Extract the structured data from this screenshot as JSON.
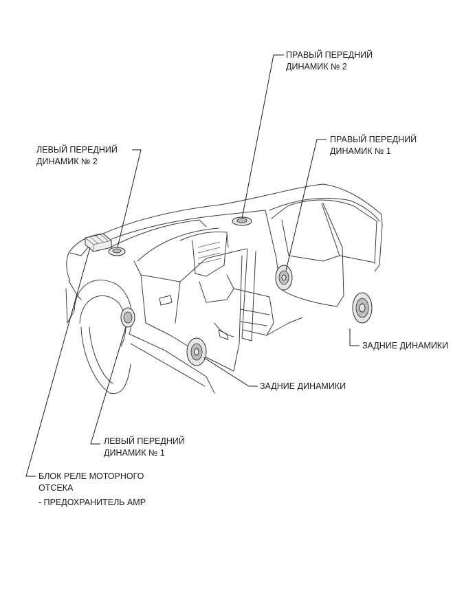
{
  "labels": {
    "right_front_2": {
      "line1": "ПРАВЫЙ ПЕРЕДНИЙ",
      "line2": "ДИНАМИК № 2"
    },
    "right_front_1": {
      "line1": "ПРАВЫЙ ПЕРЕДНИЙ",
      "line2": "ДИНАМИК № 1"
    },
    "left_front_2": {
      "line1": "ЛЕВЫЙ ПЕРЕДНИЙ",
      "line2": "ДИНАМИК № 2"
    },
    "rear_right": {
      "text": "ЗАДНИЕ ДИНАМИКИ"
    },
    "rear_center": {
      "text": "ЗАДНИЕ ДИНАМИКИ"
    },
    "left_front_1": {
      "line1": "ЛЕВЫЙ ПЕРЕДНИЙ",
      "line2": "ДИНАМИК № 1"
    },
    "relay_block": {
      "line1": "БЛОК РЕЛЕ МОТОРНОГО",
      "line2": "ОТСЕКА",
      "line3": "- ПРЕДОХРАНИТЕЛЬ AMP"
    }
  }
}
